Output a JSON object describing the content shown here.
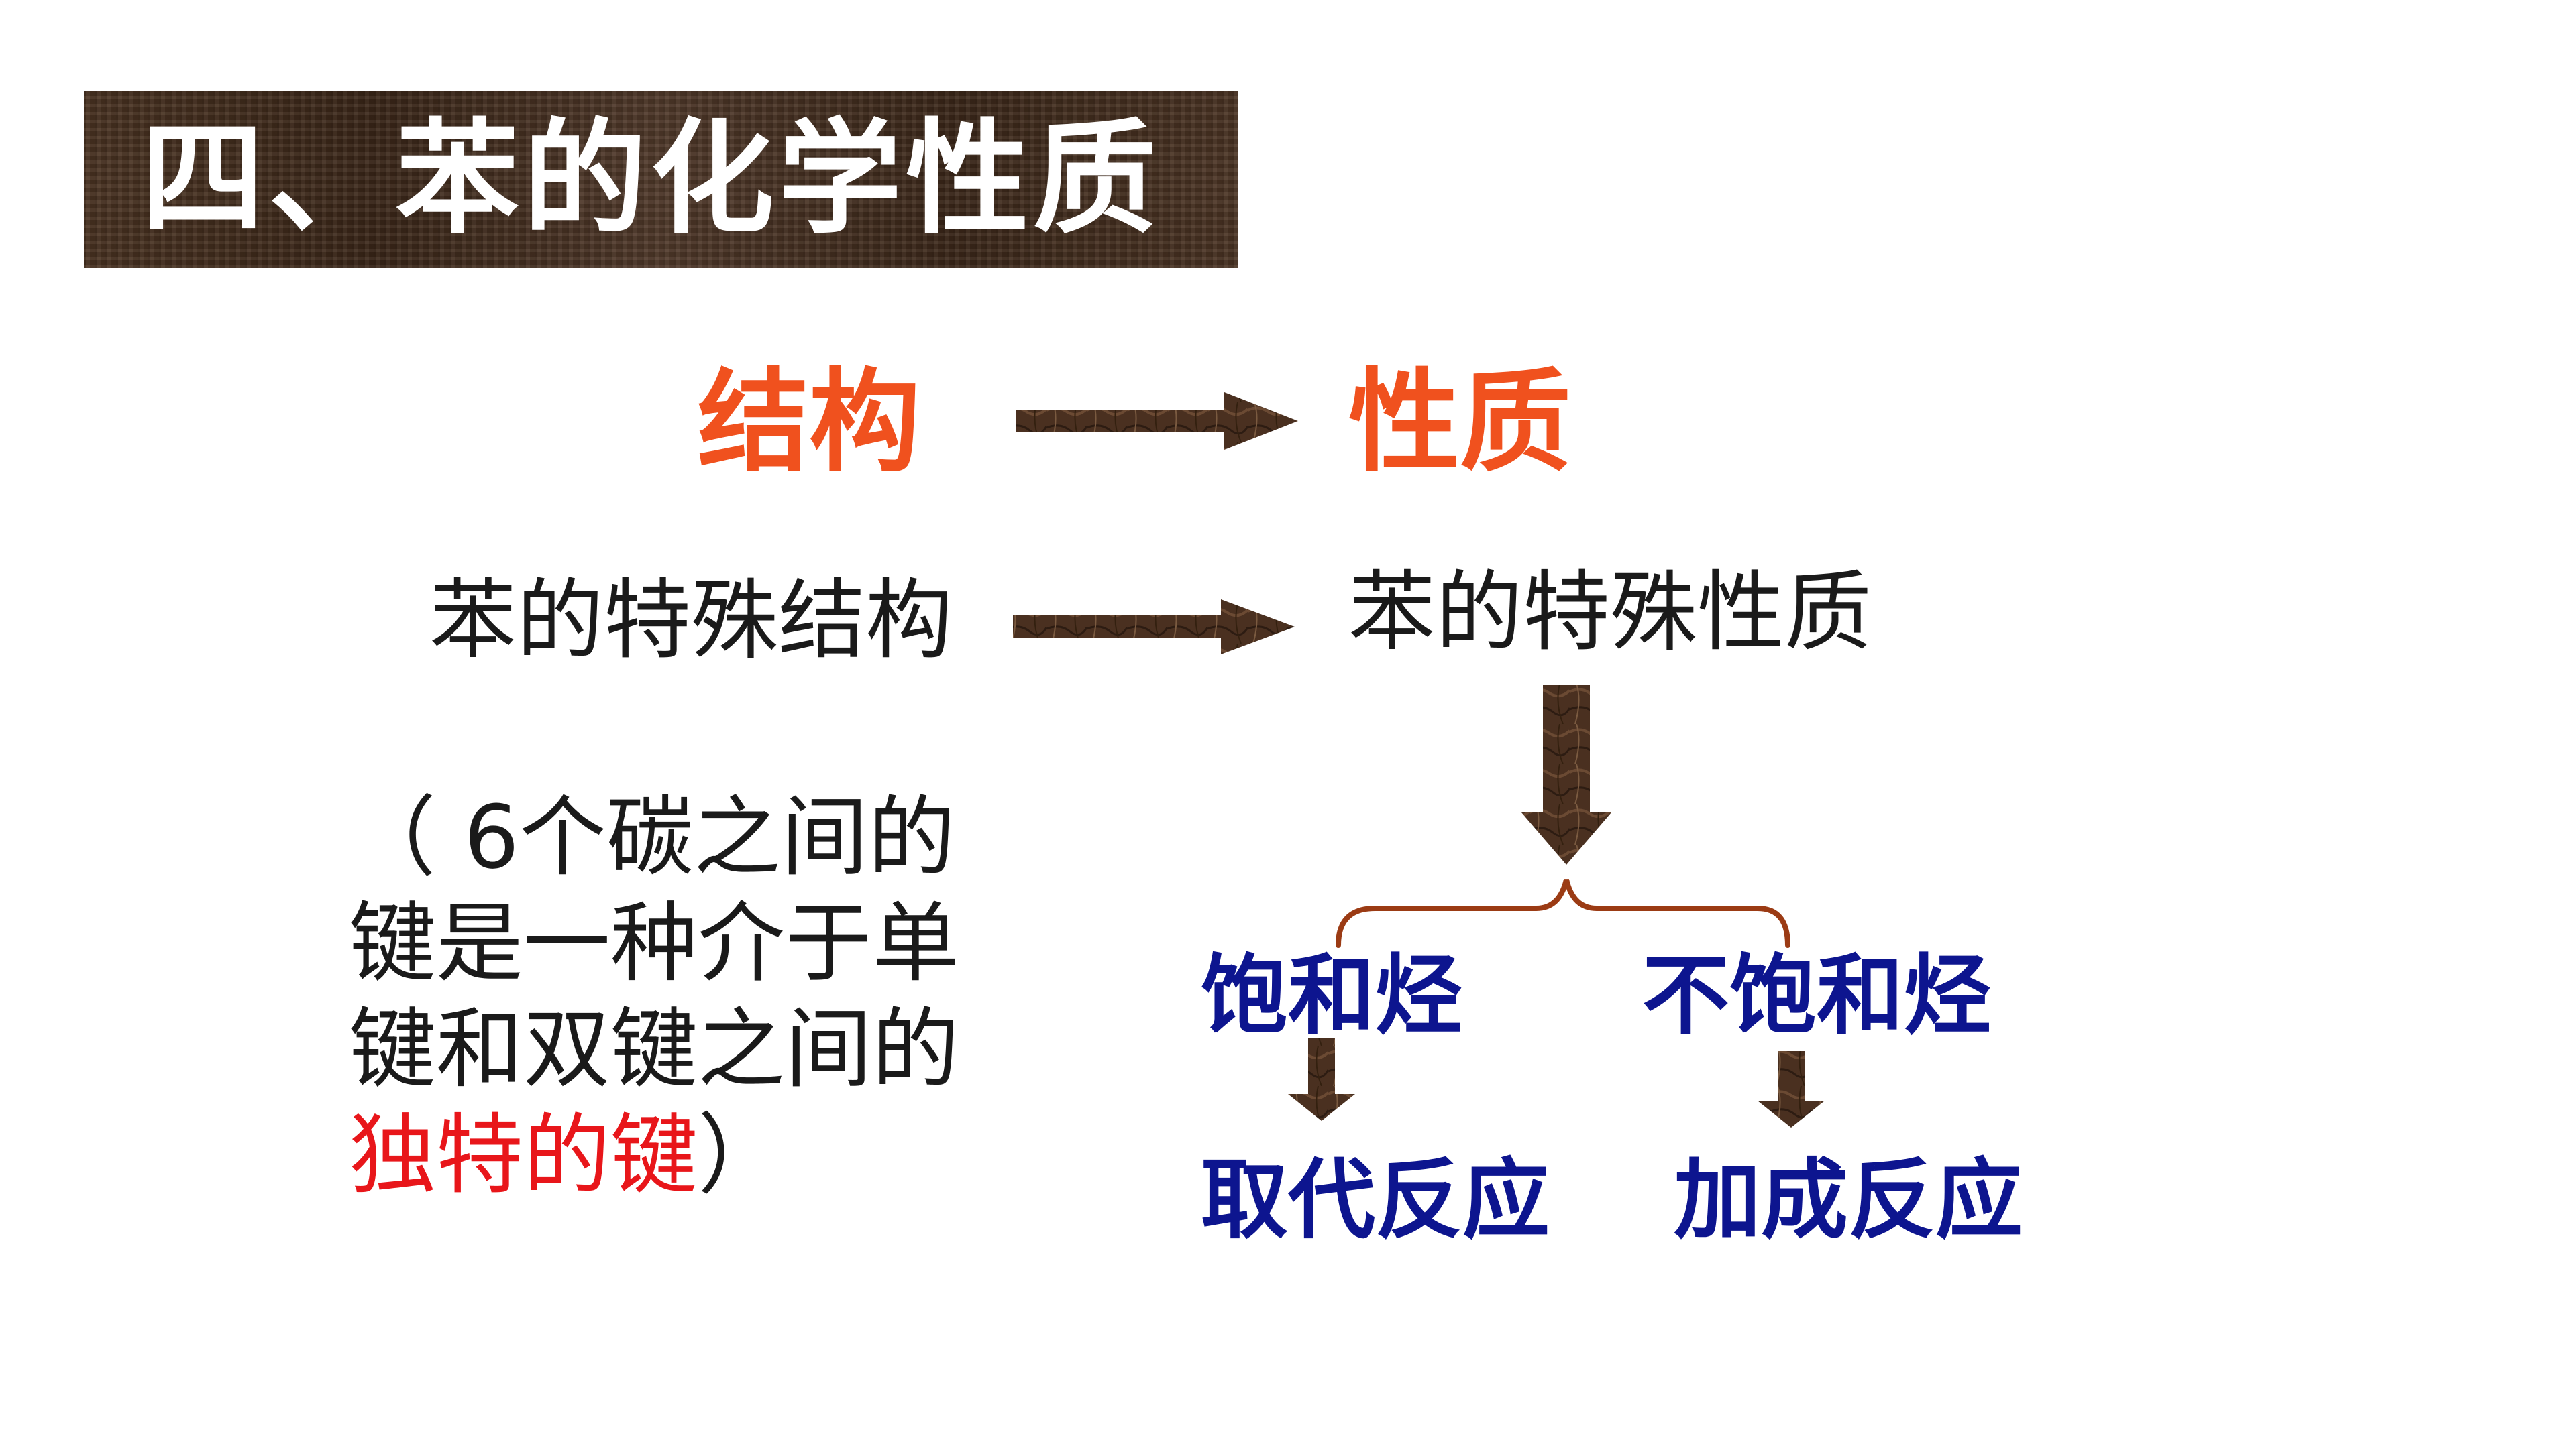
{
  "title": "四、苯的化学性质",
  "row1": {
    "left": "结构",
    "right": "性质"
  },
  "row2": {
    "left": "苯的特殊结构",
    "right": "苯的特殊性质"
  },
  "note": {
    "line1": "（ 6个碳之间的",
    "line2": "键是一种介于单",
    "line3": "键和双键之间的",
    "highlight": "独特的键",
    "tail": "）"
  },
  "branches": {
    "left_type": "饱和烃",
    "right_type": "不饱和烃",
    "left_reaction": "取代反应",
    "right_reaction": "加成反应"
  },
  "colors": {
    "banner": "#3f2a1c",
    "heading_orange": "#f0511e",
    "body_black": "#1a1a1a",
    "branch_blue": "#0d158f",
    "highlight_red": "#e8161a",
    "brace_brown": "#9b3b14",
    "arrow_brown": "#4a3020"
  }
}
